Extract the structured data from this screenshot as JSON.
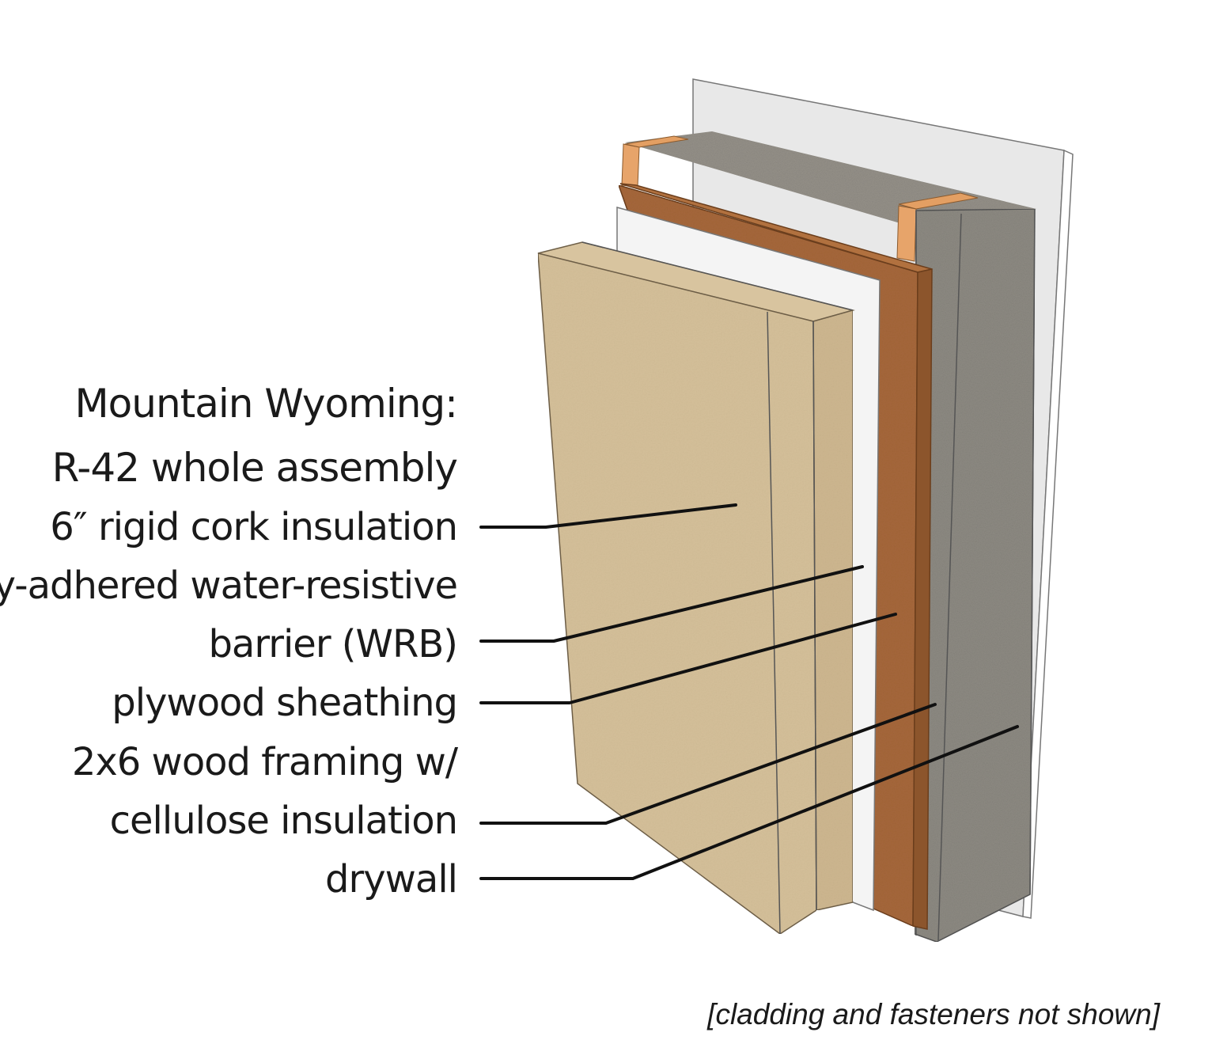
{
  "title": {
    "line1": "Mountain Wyoming:",
    "line2": "R-42 whole assembly"
  },
  "labels": {
    "cork": "6″ rigid cork insulation",
    "wrb_line1": "fully-adhered water-resistive",
    "wrb_line2": "barrier (WRB)",
    "plywood": "plywood sheathing",
    "framing_line1": "2x6 wood framing w/",
    "framing_line2": "cellulose insulation",
    "drywall": "drywall"
  },
  "footnote": "[cladding and fasteners not shown]",
  "colors": {
    "cork": "#d6c19b",
    "cork_side": "#c9b28a",
    "wrb": "#f2f2f2",
    "plywood": "#a8683a",
    "cellulose": "#8f8f86",
    "stud": "#e7a46a",
    "drywall": "#e9e9e9"
  }
}
